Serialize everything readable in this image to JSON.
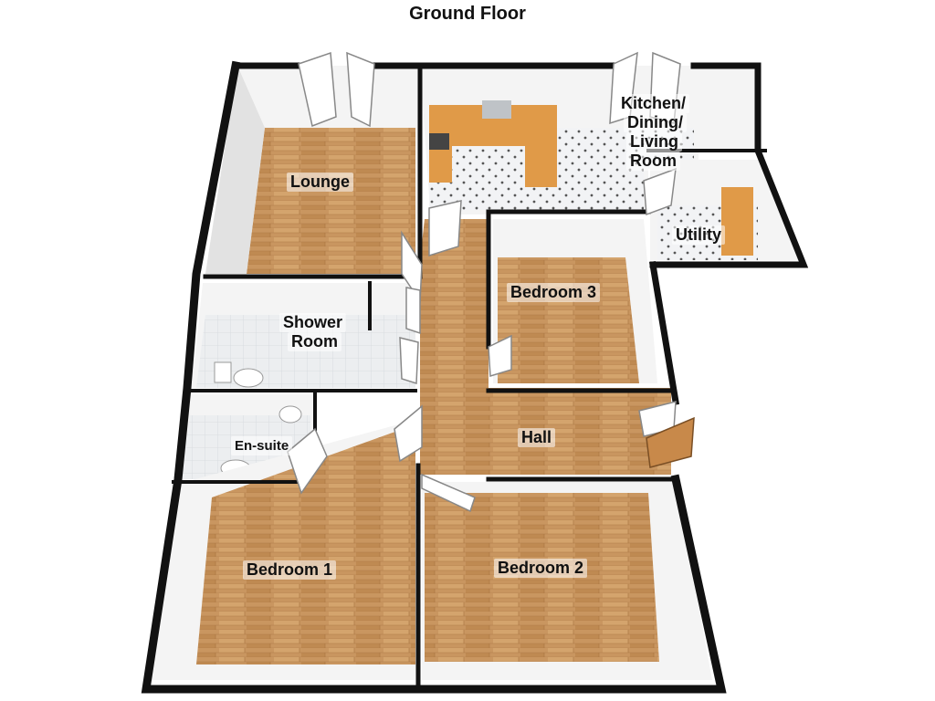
{
  "title": "Ground Floor",
  "rooms": {
    "lounge": "Lounge",
    "kitchen_line1": "Kitchen/",
    "kitchen_line2": "Dining/",
    "kitchen_line3": "Living",
    "kitchen_line4": "Room",
    "utility": "Utility",
    "bedroom3": "Bedroom 3",
    "shower_line1": "Shower",
    "shower_line2": "Room",
    "ensuite": "En-suite",
    "hall": "Hall",
    "bedroom1": "Bedroom 1",
    "bedroom2": "Bedroom 2"
  },
  "colors": {
    "wood_floor": "#c9955c",
    "tile_floor": "#eef0f2",
    "wall": "#111111",
    "wall_inner": "#f4f4f4",
    "counter": "#e09a48"
  }
}
